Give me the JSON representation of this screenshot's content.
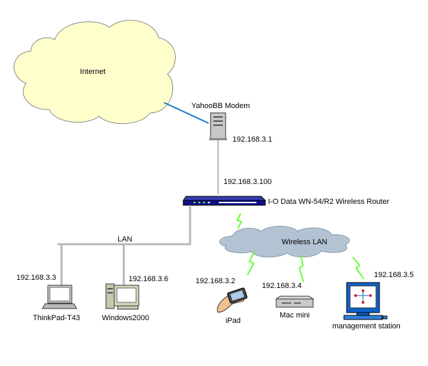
{
  "internet_label": "Internet",
  "modem": {
    "label": "YahooBB Modem",
    "ip": "192.168.3.1"
  },
  "router": {
    "ip": "192.168.3.100",
    "label": "I-O Data WN-54/R2 Wireless Router"
  },
  "lan": {
    "label": "LAN"
  },
  "wireless_lan": {
    "label": "Wireless LAN"
  },
  "devices": {
    "thinkpad": {
      "ip": "192.168.3.3",
      "label": "ThinkPad-T43"
    },
    "windows2000": {
      "ip": "192.168.3.6",
      "label": "Windows2000"
    },
    "ipad": {
      "ip": "192.168.3.2",
      "label": "iPad"
    },
    "mac_mini": {
      "ip": "192.168.3.4",
      "label": "Mac mini"
    },
    "management_station": {
      "ip": "192.168.3.5",
      "label": "management station"
    }
  },
  "colors": {
    "internet_cloud": "#ffffcc",
    "wireless_cloud": "#b3c3d3",
    "internet_link": "#1a78c8",
    "lan_line": "#b8b8b8",
    "router": "#10108a",
    "wireless_signal": "#66ff33"
  }
}
